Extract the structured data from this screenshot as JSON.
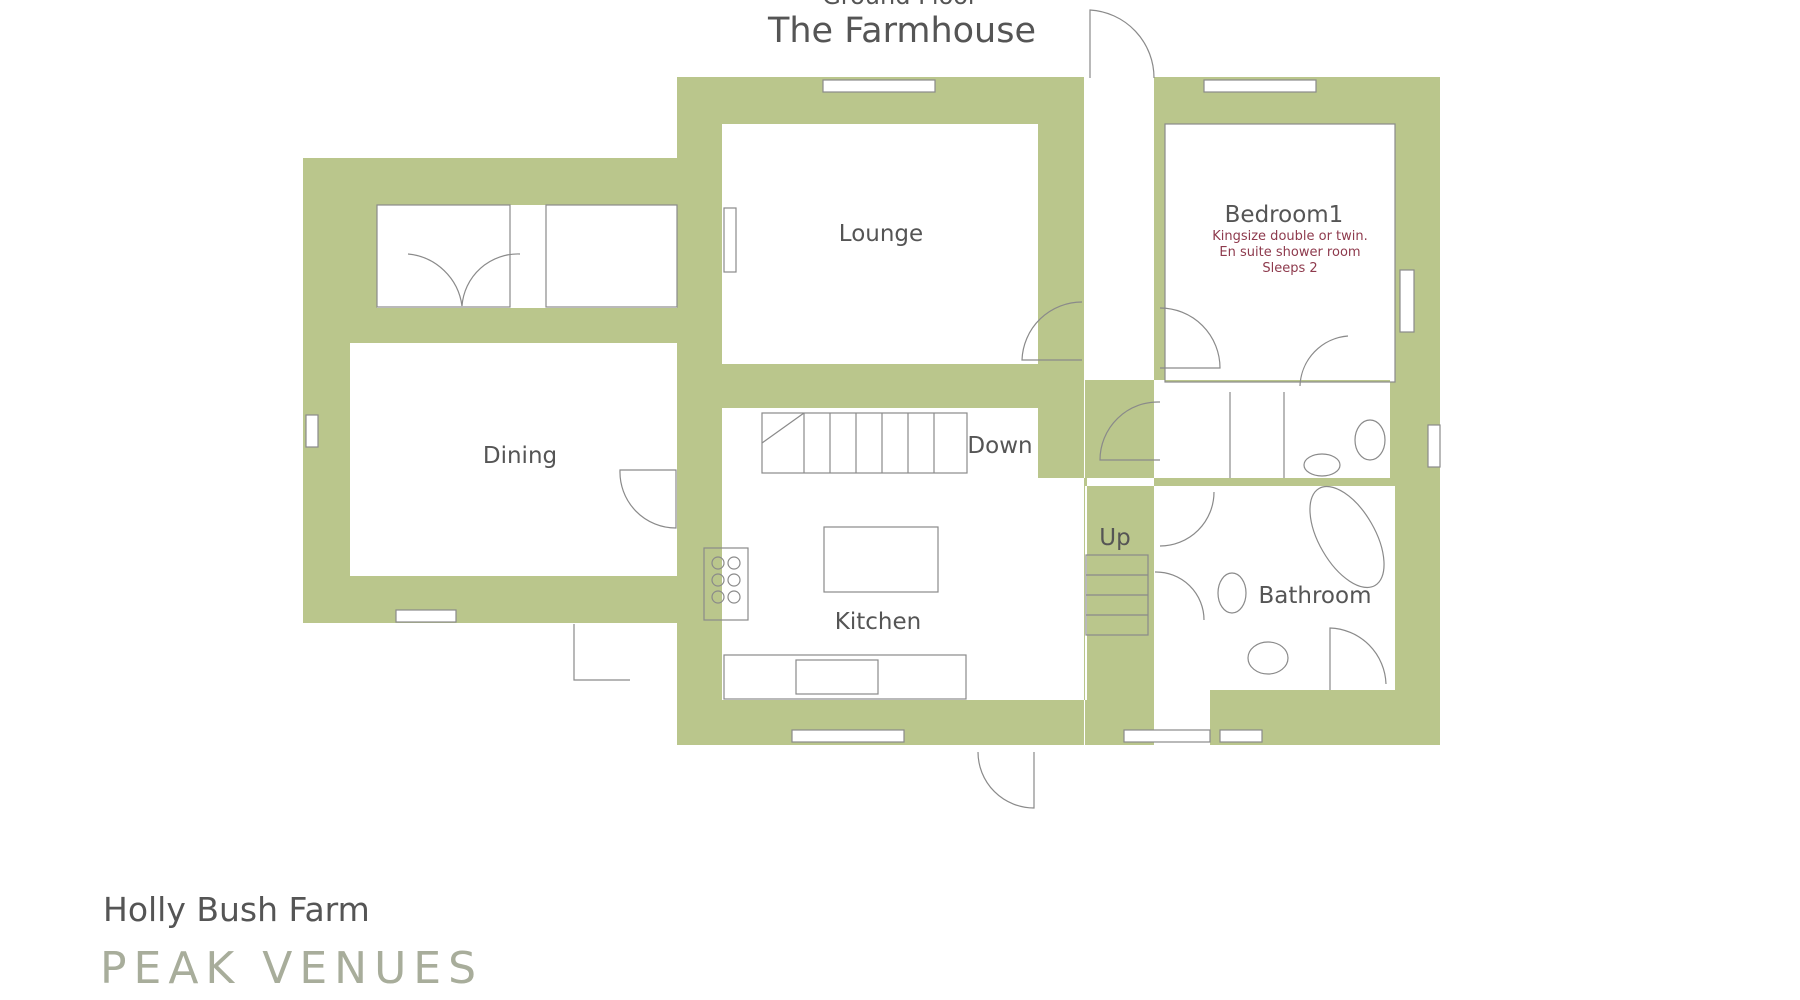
{
  "plan": {
    "floor_label": "Ground Floor",
    "title": "The Farmhouse",
    "rooms": {
      "lounge": "Lounge",
      "dining": "Dining",
      "kitchen": "Kitchen",
      "bedroom1": "Bedroom1",
      "bathroom": "Bathroom"
    },
    "bedroom1_notes": [
      "Kingsize double or twin.",
      "En suite shower room",
      "Sleeps 2"
    ],
    "stairs": {
      "down": "Down",
      "up": "Up"
    }
  },
  "footer": {
    "property_name": "Holly Bush Farm",
    "brand": "PEAK VENUES"
  },
  "colors": {
    "wall": "#bac68c",
    "note": "#8e3a4d",
    "text": "#555555",
    "brand": "#a8ad9b"
  }
}
